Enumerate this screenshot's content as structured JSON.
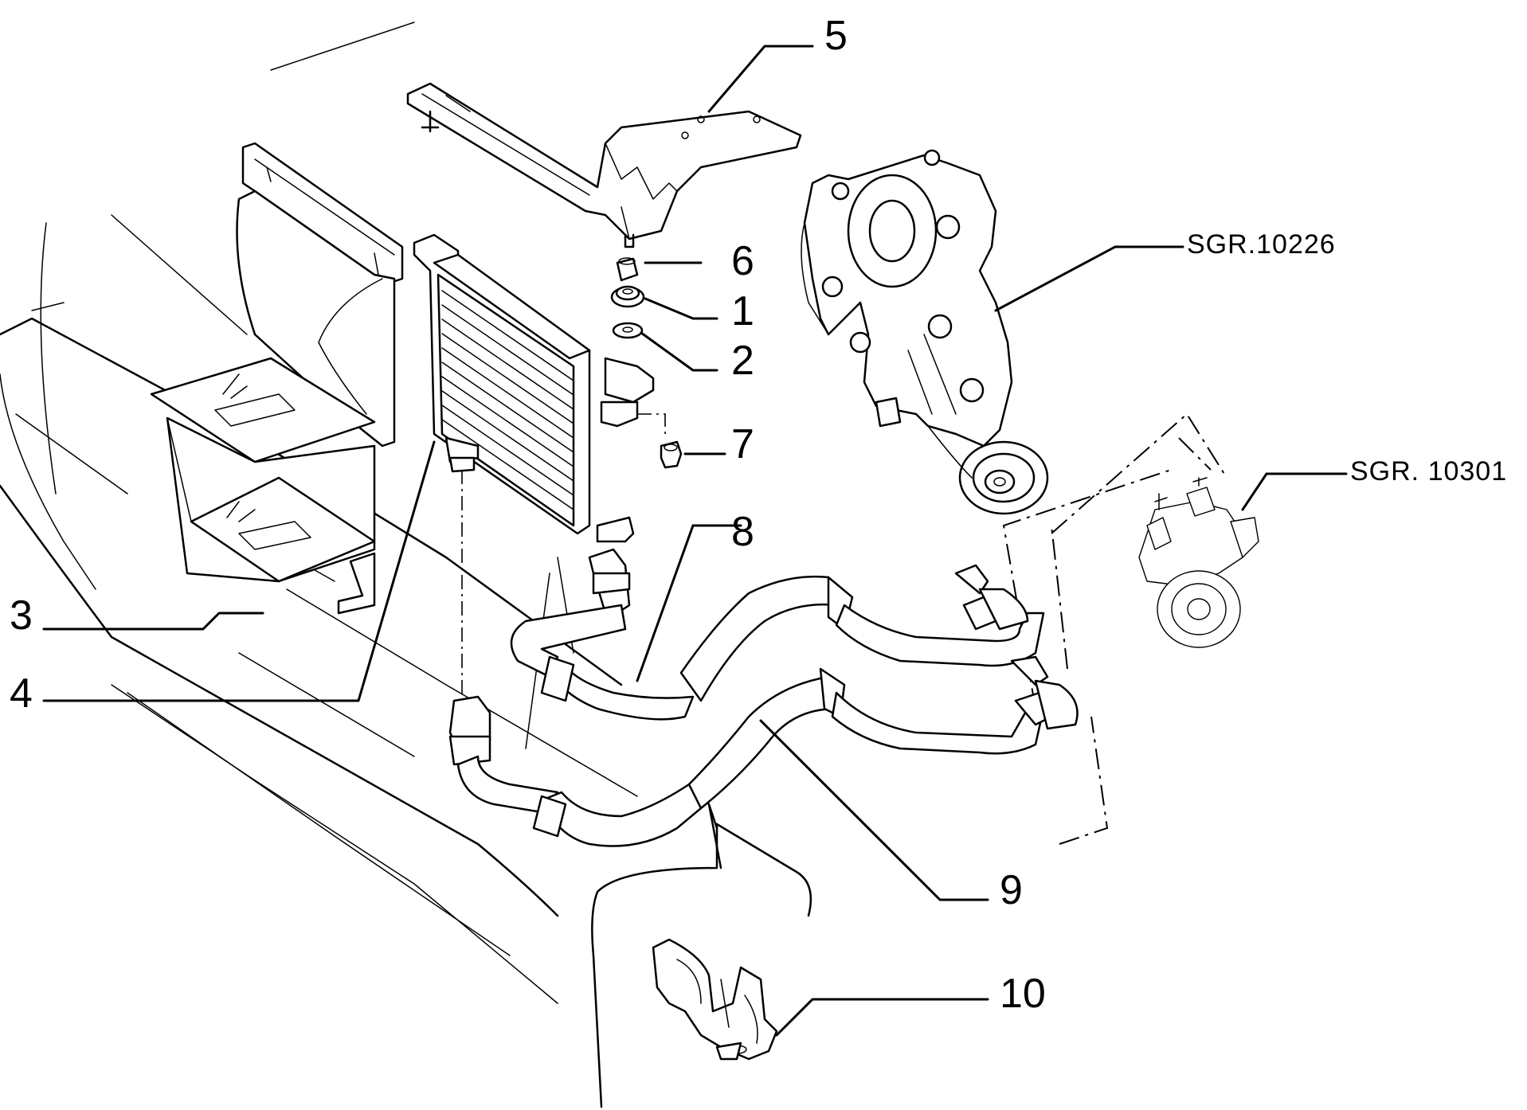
{
  "callouts": [
    {
      "id": "1",
      "label": "1"
    },
    {
      "id": "2",
      "label": "2"
    },
    {
      "id": "3",
      "label": "3"
    },
    {
      "id": "4",
      "label": "4"
    },
    {
      "id": "5",
      "label": "5"
    },
    {
      "id": "6",
      "label": "6"
    },
    {
      "id": "7",
      "label": "7"
    },
    {
      "id": "8",
      "label": "8"
    },
    {
      "id": "9",
      "label": "9"
    },
    {
      "id": "10",
      "label": "10"
    }
  ],
  "references": [
    {
      "id": "sgr-10226",
      "label": "SGR.10226"
    },
    {
      "id": "sgr-10301",
      "label": "SGR. 10301"
    }
  ]
}
